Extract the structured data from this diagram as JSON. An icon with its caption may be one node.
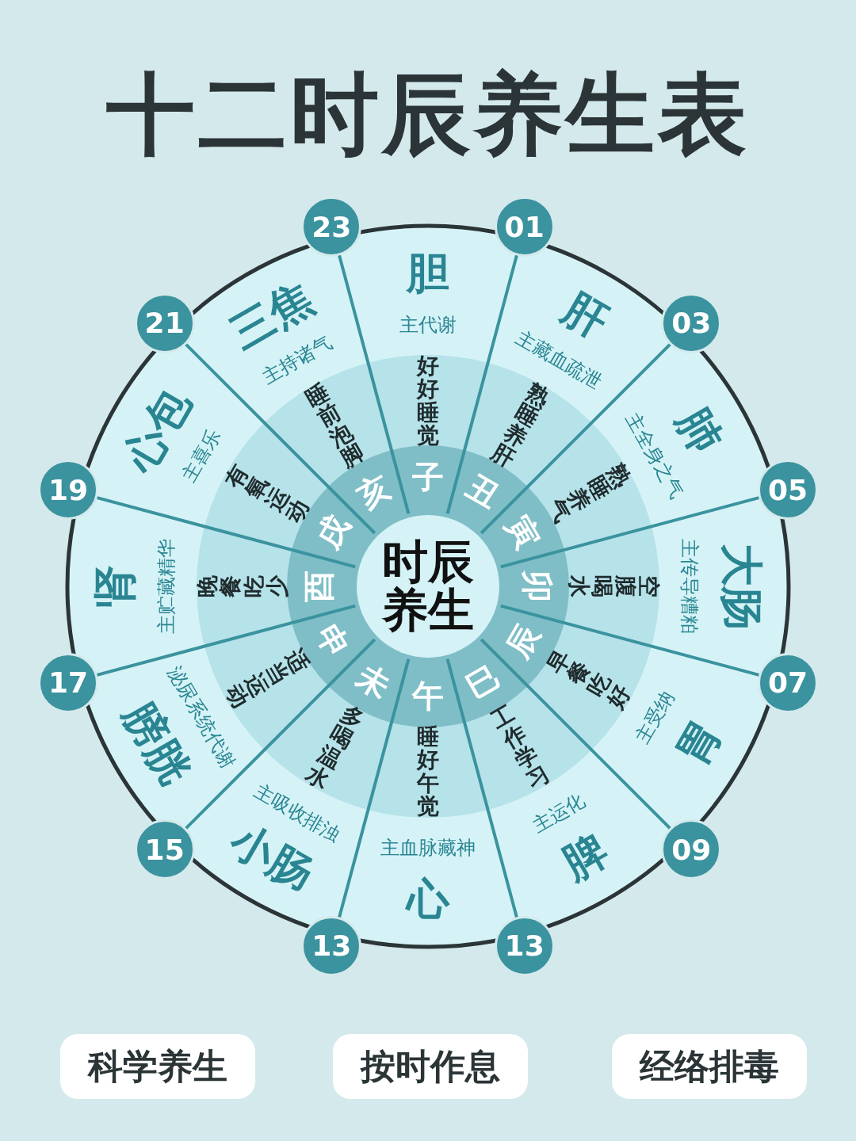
{
  "diagram": {
    "title": "十二时辰养生表",
    "nodes": [
      {
        "text": [
          "时辰养生"
        ]
      },
      {
        "text": [
          "23"
        ]
      },
      {
        "text": [
          "01"
        ]
      },
      {
        "text": [
          "03"
        ]
      },
      {
        "text": [
          "05"
        ]
      },
      {
        "text": [
          "07"
        ]
      },
      {
        "text": [
          "09"
        ]
      },
      {
        "text": [
          "13"
        ]
      },
      {
        "text": [
          "13"
        ]
      },
      {
        "text": [
          "15"
        ]
      },
      {
        "text": [
          "17"
        ]
      },
      {
        "text": [
          "19"
        ]
      },
      {
        "text": [
          "21"
        ]
      },
      {
        "text": [
          "科学养生"
        ]
      },
      {
        "text": [
          "按时作息"
        ]
      },
      {
        "text": [
          "经络排毒"
        ]
      }
    ],
    "edges": [],
    "labels": [
      "子",
      "好好睡觉",
      "胆",
      "主代谢",
      "丑",
      "熟睡养肝",
      "肝",
      "主藏血疏泄",
      "寅",
      "熟睡养气",
      "肺",
      "主全身之气",
      "卯",
      "空腹喝水",
      "大肠",
      "主传导糟粕",
      "辰",
      "早餐吃好",
      "胃",
      "主受纳",
      "巳",
      "工作学习",
      "脾",
      "主运化",
      "午",
      "睡好午觉",
      "心",
      "主血脉藏神",
      "未",
      "多喝温水",
      "小肠",
      "主吸收排浊",
      "申",
      "适当运动",
      "膀胱",
      "泌尿系统代谢",
      "酉",
      "晚餐吃少",
      "肾",
      "主贮藏精华",
      "戌",
      "有氧运动",
      "心包",
      "主喜乐",
      "亥",
      "睡前泡脚",
      "三焦",
      "主持诸气"
    ]
  }
}
